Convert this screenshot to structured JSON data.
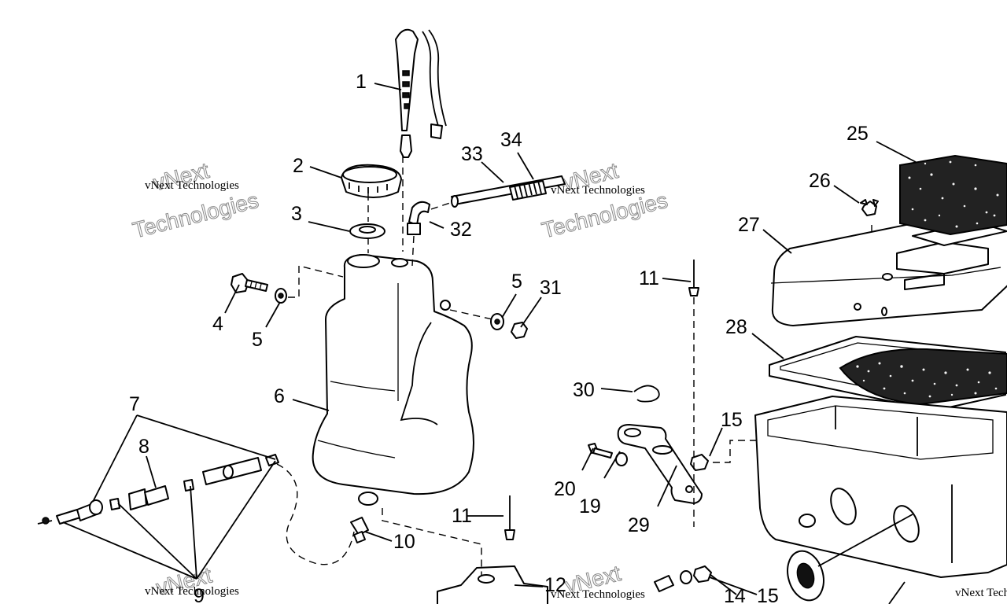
{
  "diagram": {
    "part_labels": [
      {
        "id": "l1",
        "text": "1"
      },
      {
        "id": "l2",
        "text": "2"
      },
      {
        "id": "l3",
        "text": "3"
      },
      {
        "id": "l4",
        "text": "4"
      },
      {
        "id": "l5a",
        "text": "5"
      },
      {
        "id": "l5b",
        "text": "5"
      },
      {
        "id": "l6",
        "text": "6"
      },
      {
        "id": "l7",
        "text": "7"
      },
      {
        "id": "l8",
        "text": "8"
      },
      {
        "id": "l9",
        "text": "9"
      },
      {
        "id": "l10",
        "text": "10"
      },
      {
        "id": "l11a",
        "text": "11"
      },
      {
        "id": "l11b",
        "text": "11"
      },
      {
        "id": "l12",
        "text": "12"
      },
      {
        "id": "l14",
        "text": "14"
      },
      {
        "id": "l15a",
        "text": "15"
      },
      {
        "id": "l15b",
        "text": "15"
      },
      {
        "id": "l19",
        "text": "19"
      },
      {
        "id": "l20",
        "text": "20"
      },
      {
        "id": "l25",
        "text": "25"
      },
      {
        "id": "l26",
        "text": "26"
      },
      {
        "id": "l27",
        "text": "27"
      },
      {
        "id": "l28",
        "text": "28"
      },
      {
        "id": "l29",
        "text": "29"
      },
      {
        "id": "l30",
        "text": "30"
      },
      {
        "id": "l31",
        "text": "31"
      },
      {
        "id": "l32",
        "text": "32"
      },
      {
        "id": "l33",
        "text": "33"
      },
      {
        "id": "l34",
        "text": "34"
      }
    ]
  },
  "watermark": {
    "line1": "vNext",
    "line2": "vNext Technologies",
    "line3": "Technologies"
  }
}
